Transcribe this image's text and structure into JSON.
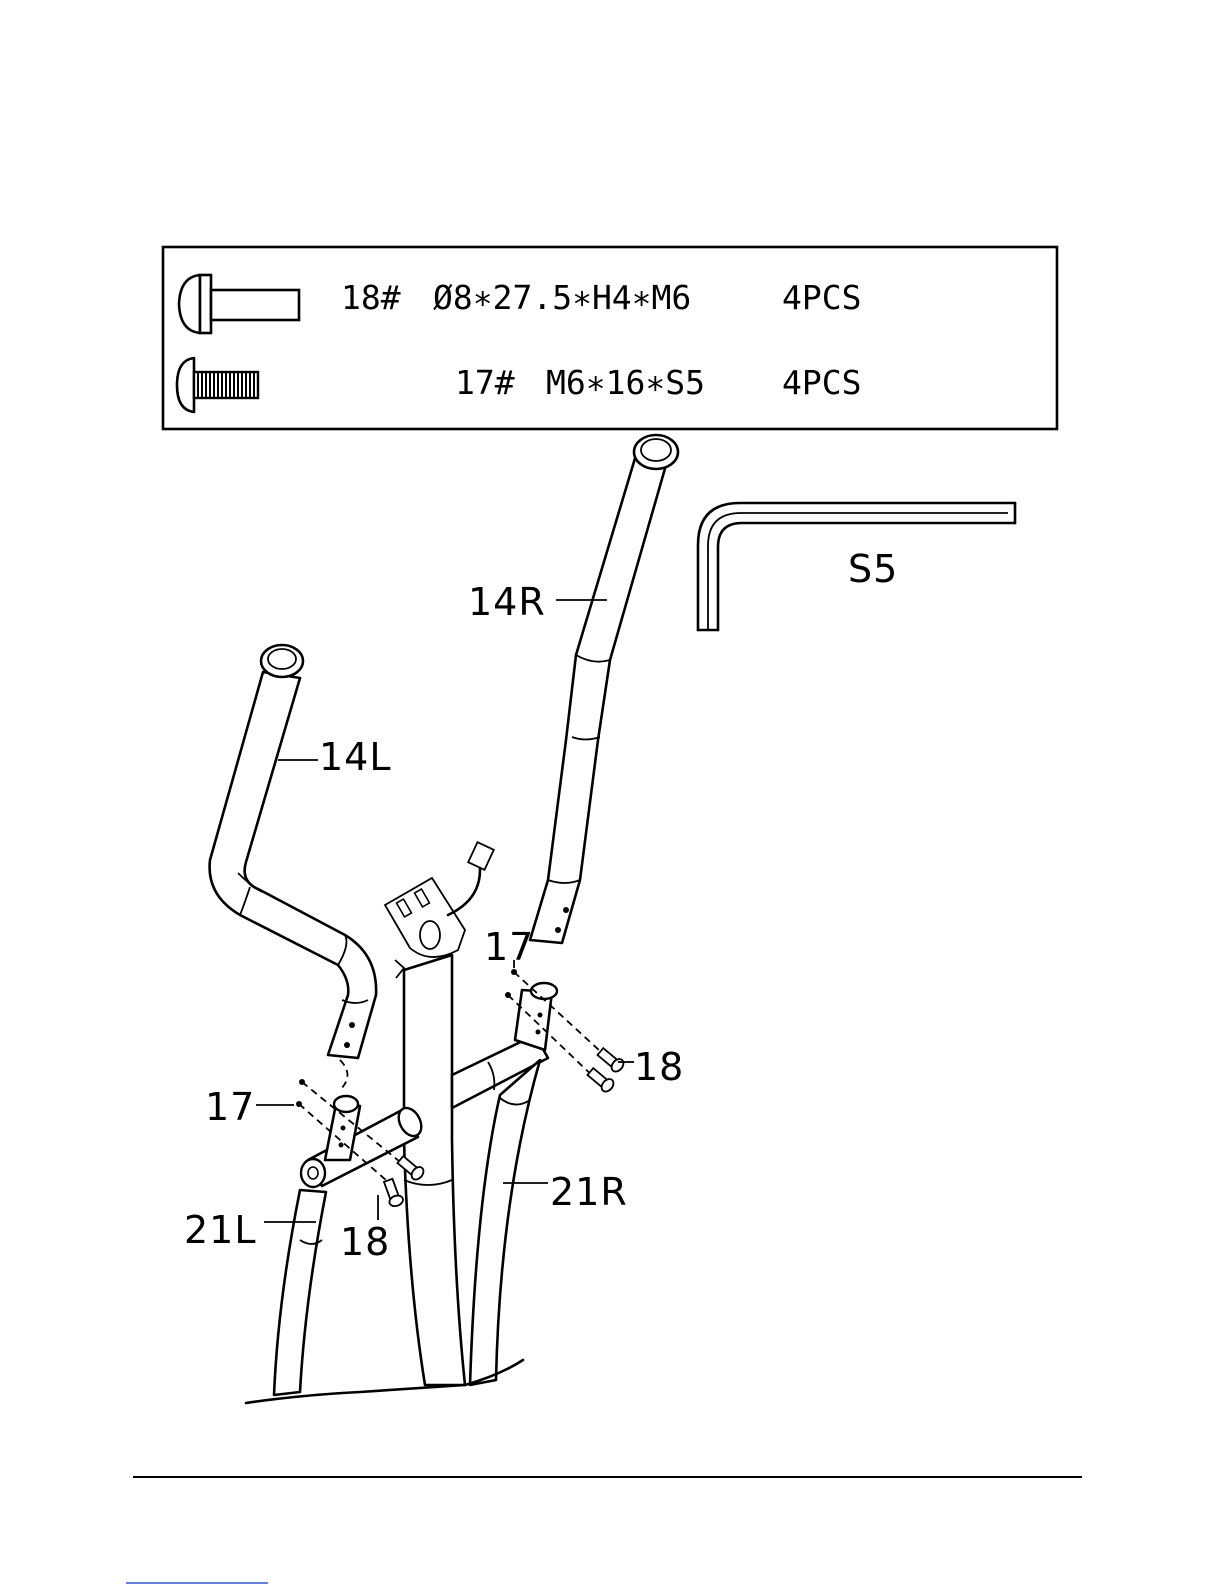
{
  "hardware": [
    {
      "part": "18#",
      "spec": "Ø8∗27.5∗H4∗M6",
      "qty": "4PCS",
      "icon": "carriage-bolt-icon"
    },
    {
      "part": "17#",
      "spec": "M6∗16∗S5",
      "qty": "4PCS",
      "icon": "button-head-screw-icon"
    }
  ],
  "tool": {
    "label": "S5",
    "icon": "allen-wrench-icon"
  },
  "callouts": {
    "handlebar_right": "14R",
    "handlebar_left": "14L",
    "leg_right": "21R",
    "leg_left": "21L",
    "screw_left": "17",
    "screw_right": "17",
    "bolt_left": "18",
    "bolt_right": "18"
  }
}
